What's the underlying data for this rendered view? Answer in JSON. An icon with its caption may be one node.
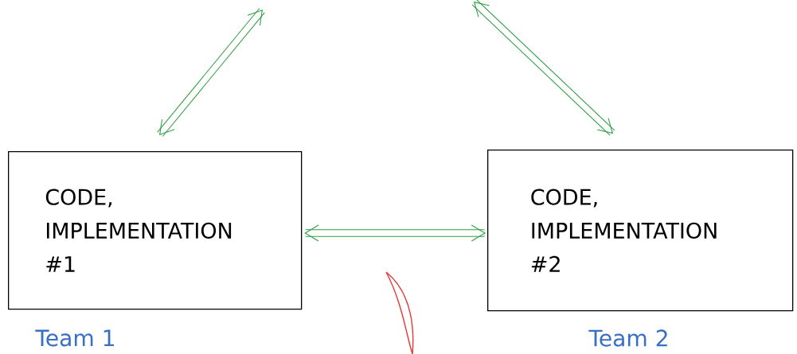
{
  "diagram": {
    "nodes": [
      {
        "text": [
          "CODE, IMPLEMENTATION #1"
        ],
        "beside": [
          "Team 1"
        ]
      },
      {
        "text": [
          "CODE, IMPLEMENTATION #2"
        ],
        "beside": [
          "Team 2"
        ]
      }
    ],
    "edges": [
      {
        "from": null,
        "to": 0,
        "arrow": "both"
      },
      {
        "from": null,
        "to": 1,
        "arrow": "both"
      },
      {
        "from": 0,
        "to": 1,
        "arrow": "both"
      }
    ]
  }
}
